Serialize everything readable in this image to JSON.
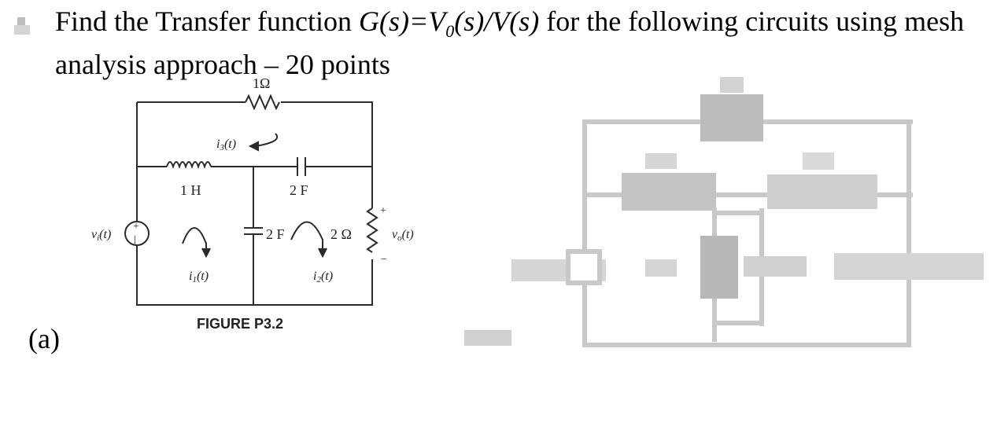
{
  "question": {
    "prefix": "Find the Transfer function ",
    "formula": "G(s)=V",
    "formula_sub": "0",
    "formula_tail": "(s)/V(s)",
    "suffix": " for the following circuits using mesh",
    "line2": "analysis approach – 20 points"
  },
  "part_label": "(a)",
  "figure": {
    "caption": "FIGURE P3.2",
    "labels": {
      "r_top": "1Ω",
      "inductor": "1 H",
      "cap_series": "2 F",
      "cap_shunt": "2 F",
      "r_out": "2 Ω",
      "source": "v",
      "source_sub": "i",
      "source_tail": "(t)",
      "out": "v",
      "out_sub": "o",
      "out_tail": "(t)",
      "i1": "i",
      "i1_sub": "1",
      "i1_tail": "(t)",
      "i2": "i",
      "i2_sub": "2",
      "i2_tail": "(t)",
      "i3": "i",
      "i3_sub": "3",
      "i3_tail": "(t)",
      "plus": "+",
      "minus": "−"
    }
  },
  "colors": {
    "wire": "#2b2b2b",
    "blurred": "#c8c8c8"
  }
}
